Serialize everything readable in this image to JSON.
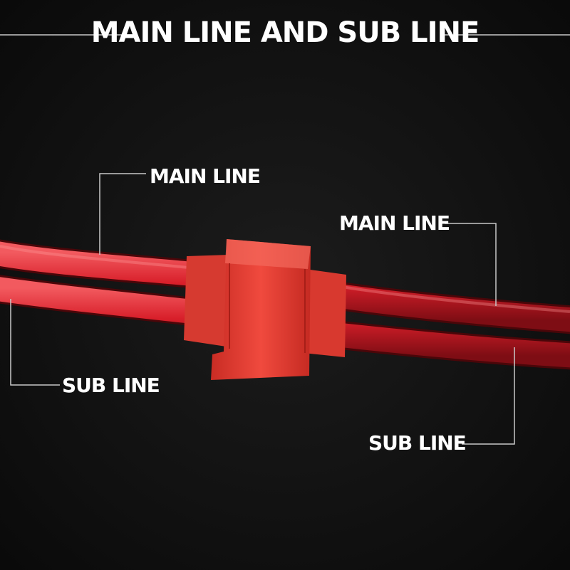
{
  "title": "MAIN LINE AND SUB LINE",
  "labels": {
    "main_left": "MAIN LINE",
    "main_right": "MAIN LINE",
    "sub_left": "SUB LINE",
    "sub_right": "SUB LINE"
  },
  "colors": {
    "background": "#111111",
    "wire": "#d81f2a",
    "wire_shadow": "#7e0d14",
    "connector": "#ee3d33",
    "connector_dark": "#b8261f",
    "text": "#ffffff",
    "callout_line": "#c8c8c8"
  }
}
